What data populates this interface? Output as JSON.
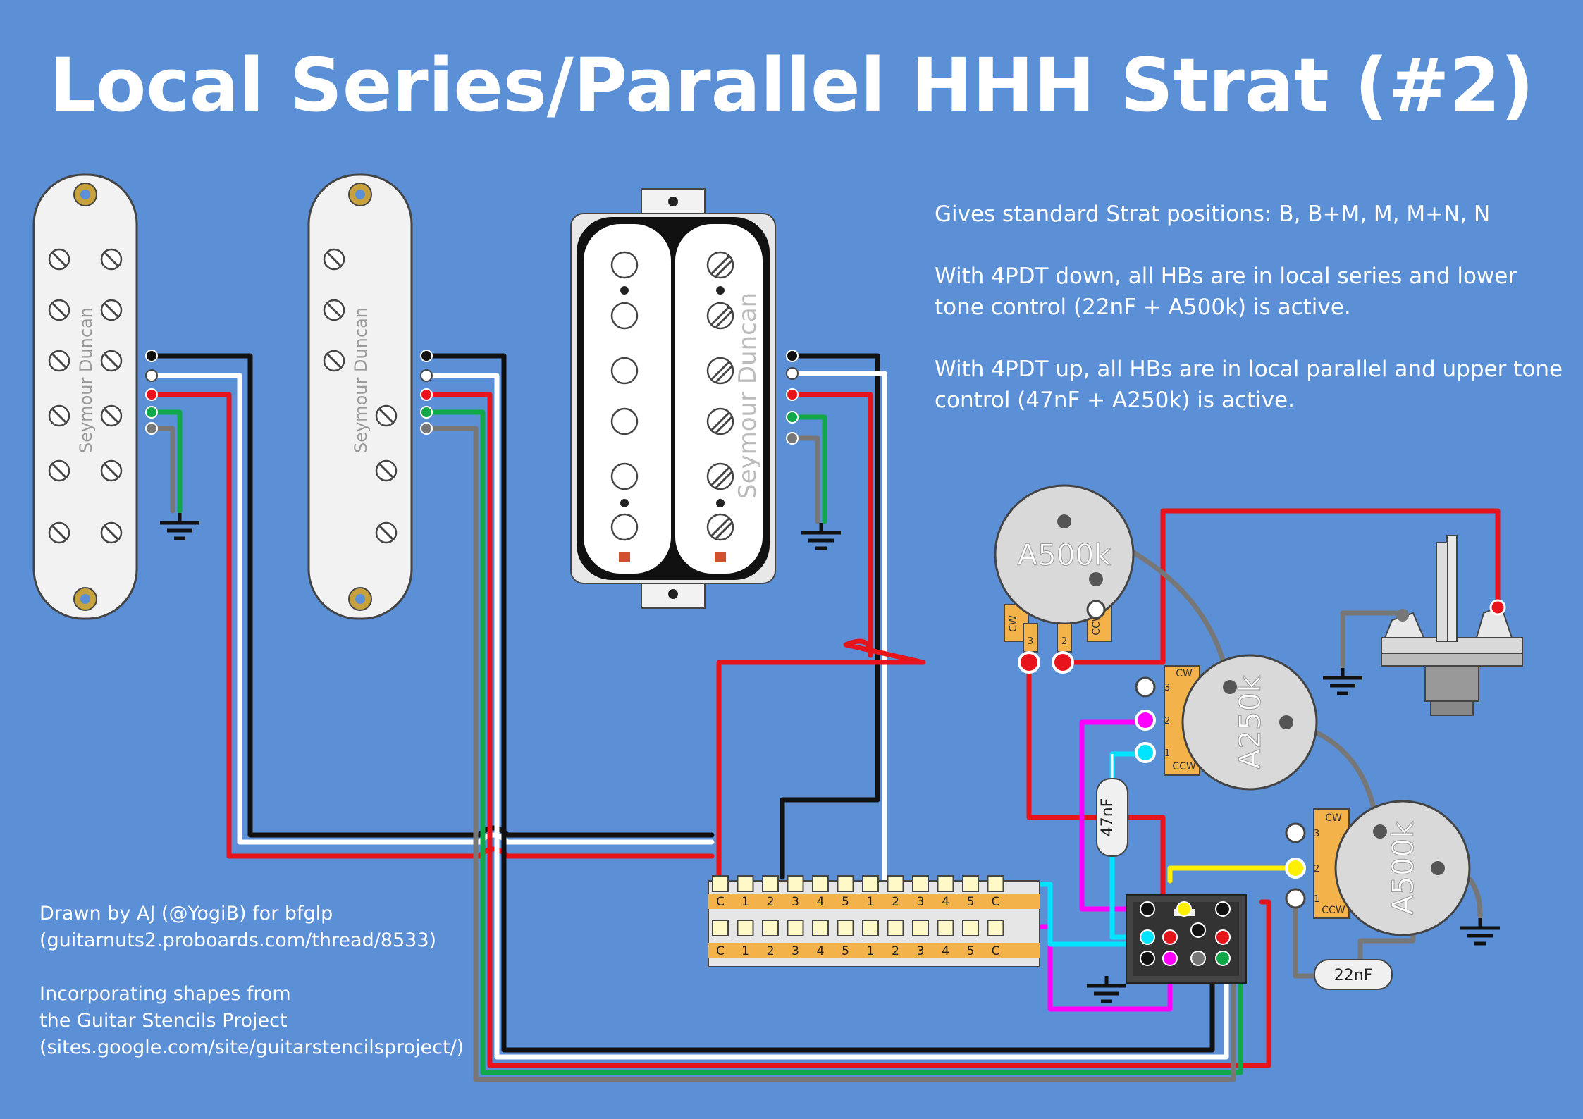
{
  "title": "Local Series/Parallel HHH Strat (#2)",
  "notes": [
    "Gives standard Strat positions:  B,  B+M,  M,  M+N,  N",
    "With 4PDT down, all HBs are in local series and lower tone control (22nF + A500k) is active.",
    "With 4PDT up, all HBs are in local parallel and upper tone control (47nF + A250k) is active."
  ],
  "credits": {
    "line1": "Drawn by AJ (@YogiB) for bfglp",
    "line2": "(guitarnuts2.proboards.com/thread/8533)",
    "line3": "Incorporating shapes from",
    "line4": "the Guitar Stencils Project",
    "line5": "(sites.google.com/site/guitarstencilsproject/)"
  },
  "pickups": {
    "brand": "Seymour Duncan"
  },
  "pots": {
    "volume": "A500k",
    "tone_upper": "A250k",
    "tone_lower": "A500k",
    "cw": "CW",
    "ccw": "CCW",
    "lug1": "1",
    "lug2": "2",
    "lug3": "3"
  },
  "capacitors": {
    "upper": "47nF",
    "lower": "22nF"
  },
  "switch": {
    "common": "C",
    "positions": [
      "1",
      "2",
      "3",
      "4",
      "5"
    ]
  },
  "colors": {
    "background": "#5b8fd6",
    "hot": "#e8141b",
    "black_wire": "#111111",
    "white_wire": "#ffffff",
    "green_wire": "#11a84a",
    "bare_wire": "#777777",
    "yellow_wire": "#ffef00",
    "magenta_wire": "#ff00ff",
    "cyan_wire": "#00e5ff",
    "lug": "#f4b24a",
    "pot_body": "#d9d9d9"
  }
}
